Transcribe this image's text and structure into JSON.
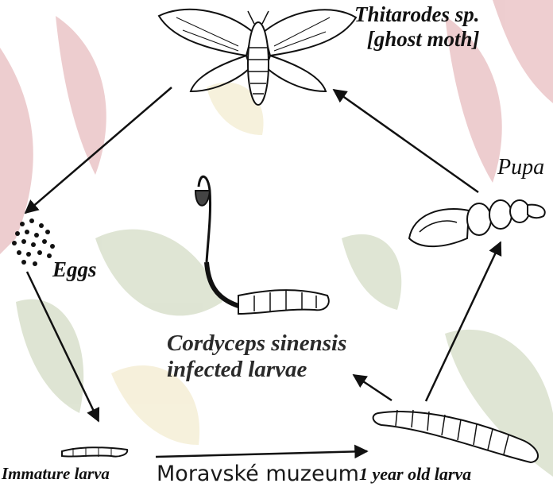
{
  "diagram": {
    "stages": {
      "moth": {
        "name_line1": "Thitarodes sp.",
        "name_line2": "[ghost moth]"
      },
      "pupa": "Pupa",
      "eggs": "Eggs",
      "immature_larva": "Immature larva",
      "year_old_larva": "1 year old larva",
      "infected": {
        "line1": "Cordyceps sinensis",
        "line2": "infected larvae"
      }
    },
    "credit": "Moravské muzeum"
  },
  "colors": {
    "ink": "#111111",
    "background_red": "#b0202a",
    "background_green": "#6f8a3a",
    "background_yellow": "#d8c060"
  }
}
